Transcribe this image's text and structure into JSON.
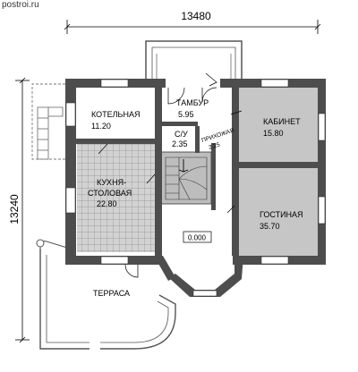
{
  "watermark": "postroi.ru",
  "dimensions": {
    "width": "13480",
    "height": "13240"
  },
  "rooms": {
    "boiler": {
      "name": "КОТЕЛЬНАЯ",
      "area": "11.20"
    },
    "vestibule": {
      "name": "ТАМБУР",
      "area": "5.95"
    },
    "wc": {
      "name": "С/У",
      "area": "2.35"
    },
    "hall": {
      "name": "ПРИХОЖАЯ",
      "area": "2.25"
    },
    "study": {
      "name": "КАБИНЕТ",
      "area": "15.80"
    },
    "kitchen": {
      "name_line1": "КУХНЯ-",
      "name_line2": "СТОЛОВАЯ",
      "area": "22.80"
    },
    "living": {
      "name": "ГОСТИНАЯ",
      "area": "35.70"
    },
    "terrace": {
      "name": "ТЕРРАСА"
    }
  },
  "level_mark": "0.000",
  "colors": {
    "wall": "#4d4d4d",
    "room_fill": "#c6c6c6",
    "floor_grid": "#cfcfcf",
    "grid_line": "#9a9a9a"
  }
}
